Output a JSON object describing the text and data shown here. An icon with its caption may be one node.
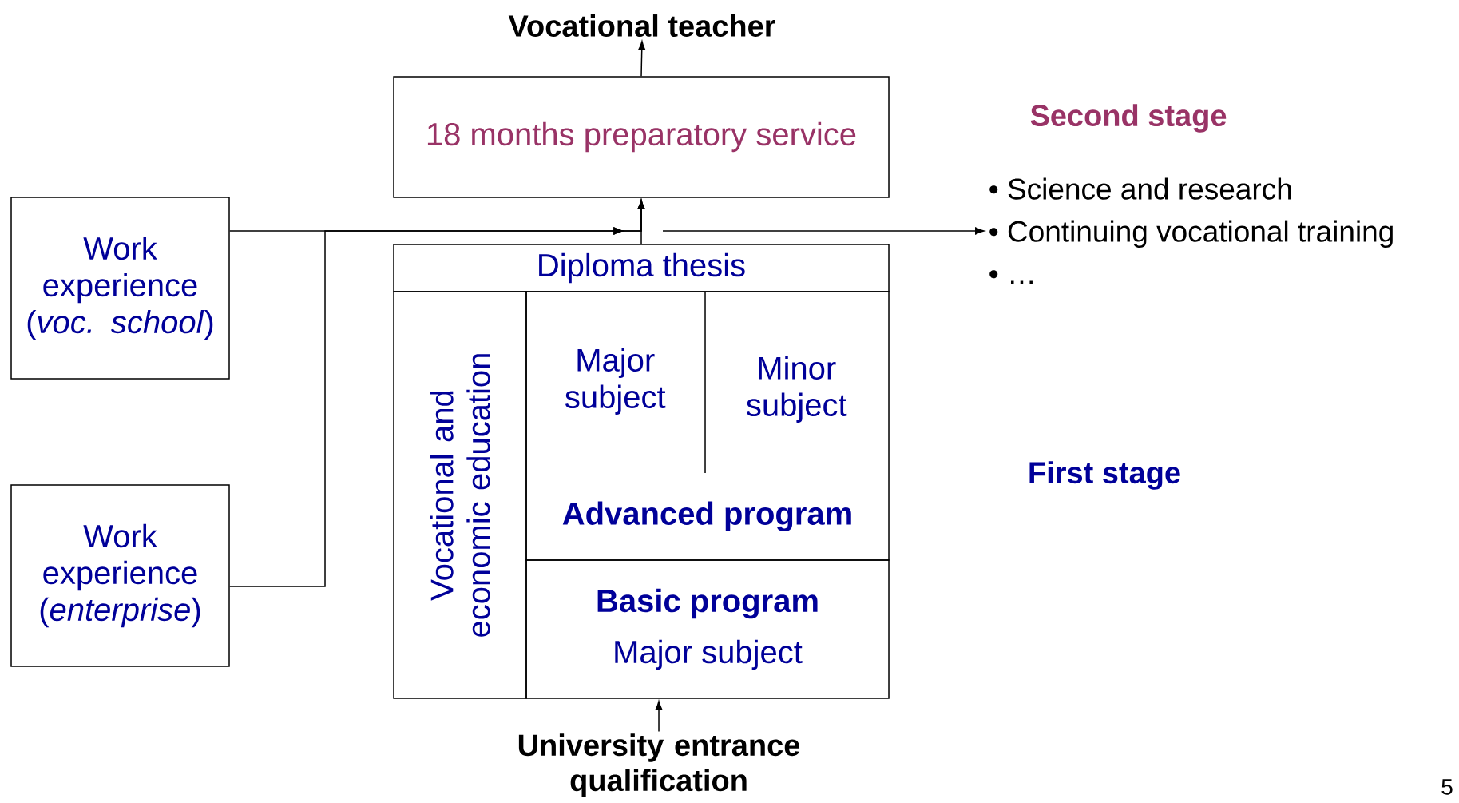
{
  "diagram": {
    "nodes": [
      {
        "text": [
          "Vocational teacher"
        ]
      },
      {
        "text": [
          "18 months preparatory service"
        ]
      },
      {
        "text": [
          "Work experience (*voc. school*)"
        ]
      },
      {
        "text": [
          "Work experience (*enterprise*)"
        ]
      },
      {
        "text": [
          "Diploma thesis"
        ]
      },
      {
        "text": [
          "Vocational and economic education"
        ]
      },
      {
        "text": [
          "Advanced program"
        ]
      },
      {
        "text": [
          "Major subject"
        ],
        "in": 6
      },
      {
        "text": [
          "Minor subject"
        ],
        "in": 6
      },
      {
        "text": [
          "Basic program",
          "Major subject"
        ]
      },
      {
        "text": [
          "University entrance qualification"
        ]
      },
      {
        "text": [
          "• Science and research",
          "• Continuing vocational training",
          "• …"
        ]
      }
    ],
    "edges": [
      {
        "from": 2,
        "to": 1,
        "arrow": "to"
      },
      {
        "from": 3,
        "to": 1,
        "arrow": "to"
      },
      {
        "from": 4,
        "to": 1,
        "arrow": "to"
      },
      {
        "from": 1,
        "to": 0,
        "arrow": "to"
      },
      {
        "from": 10,
        "to": 9,
        "arrow": "to"
      },
      {
        "from": 4,
        "to": 11,
        "arrow": "to"
      }
    ],
    "labels": [
      "Second stage",
      "First stage",
      "5"
    ]
  }
}
